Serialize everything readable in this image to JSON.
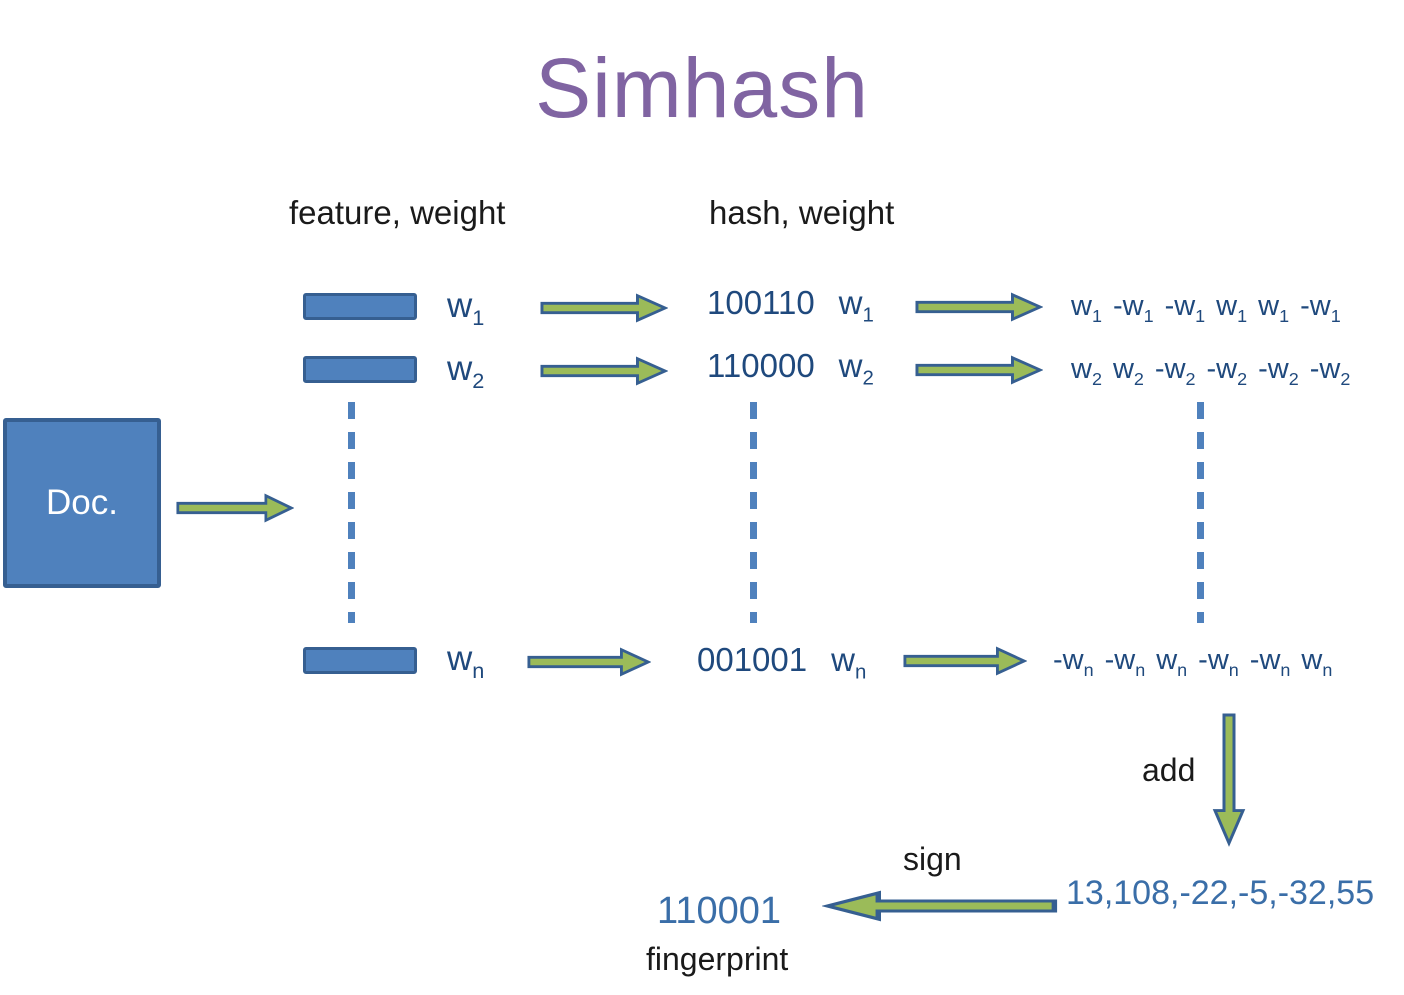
{
  "title": "Simhash",
  "headers": {
    "left": "feature, weight",
    "right": "hash, weight"
  },
  "doc": {
    "label": "Doc."
  },
  "rows": [
    {
      "weight": [
        [
          "w",
          "1"
        ]
      ],
      "hash": "100110",
      "expr": [
        [
          "w",
          "1"
        ],
        [
          "-w",
          "1"
        ],
        [
          "-w",
          "1"
        ],
        [
          "w",
          "1"
        ],
        [
          "w",
          "1"
        ],
        [
          "-w",
          "1"
        ]
      ]
    },
    {
      "weight": [
        [
          "w",
          "2"
        ]
      ],
      "hash": "110000",
      "expr": [
        [
          "w",
          "2"
        ],
        [
          "w",
          "2"
        ],
        [
          "-w",
          "2"
        ],
        [
          "-w",
          "2"
        ],
        [
          "-w",
          "2"
        ],
        [
          "-w",
          "2"
        ]
      ]
    },
    {
      "weight": [
        [
          "w",
          "n"
        ]
      ],
      "hash": "001001",
      "expr": [
        [
          "-w",
          "n"
        ],
        [
          "-w",
          "n"
        ],
        [
          "w",
          "n"
        ],
        [
          "-w",
          "n"
        ],
        [
          "-w",
          "n"
        ],
        [
          "w",
          "n"
        ]
      ]
    }
  ],
  "add_label": "add",
  "sign_label": "sign",
  "sum_vector": "13,108,-22,-5,-32,55",
  "fingerprint_value": "110001",
  "fingerprint_label": "fingerprint",
  "icons": {
    "flow_arrow_right": "block-arrow-right",
    "flow_arrow_down": "block-arrow-down",
    "flow_arrow_left": "block-arrow-left"
  },
  "colors": {
    "title_purple": "#8064A2",
    "shape_blue": "#4F81BD",
    "shape_border_blue": "#365F91",
    "arrow_green": "#9BBB59",
    "navy_text": "#1F497D",
    "steel_text": "#3A6EA8"
  }
}
